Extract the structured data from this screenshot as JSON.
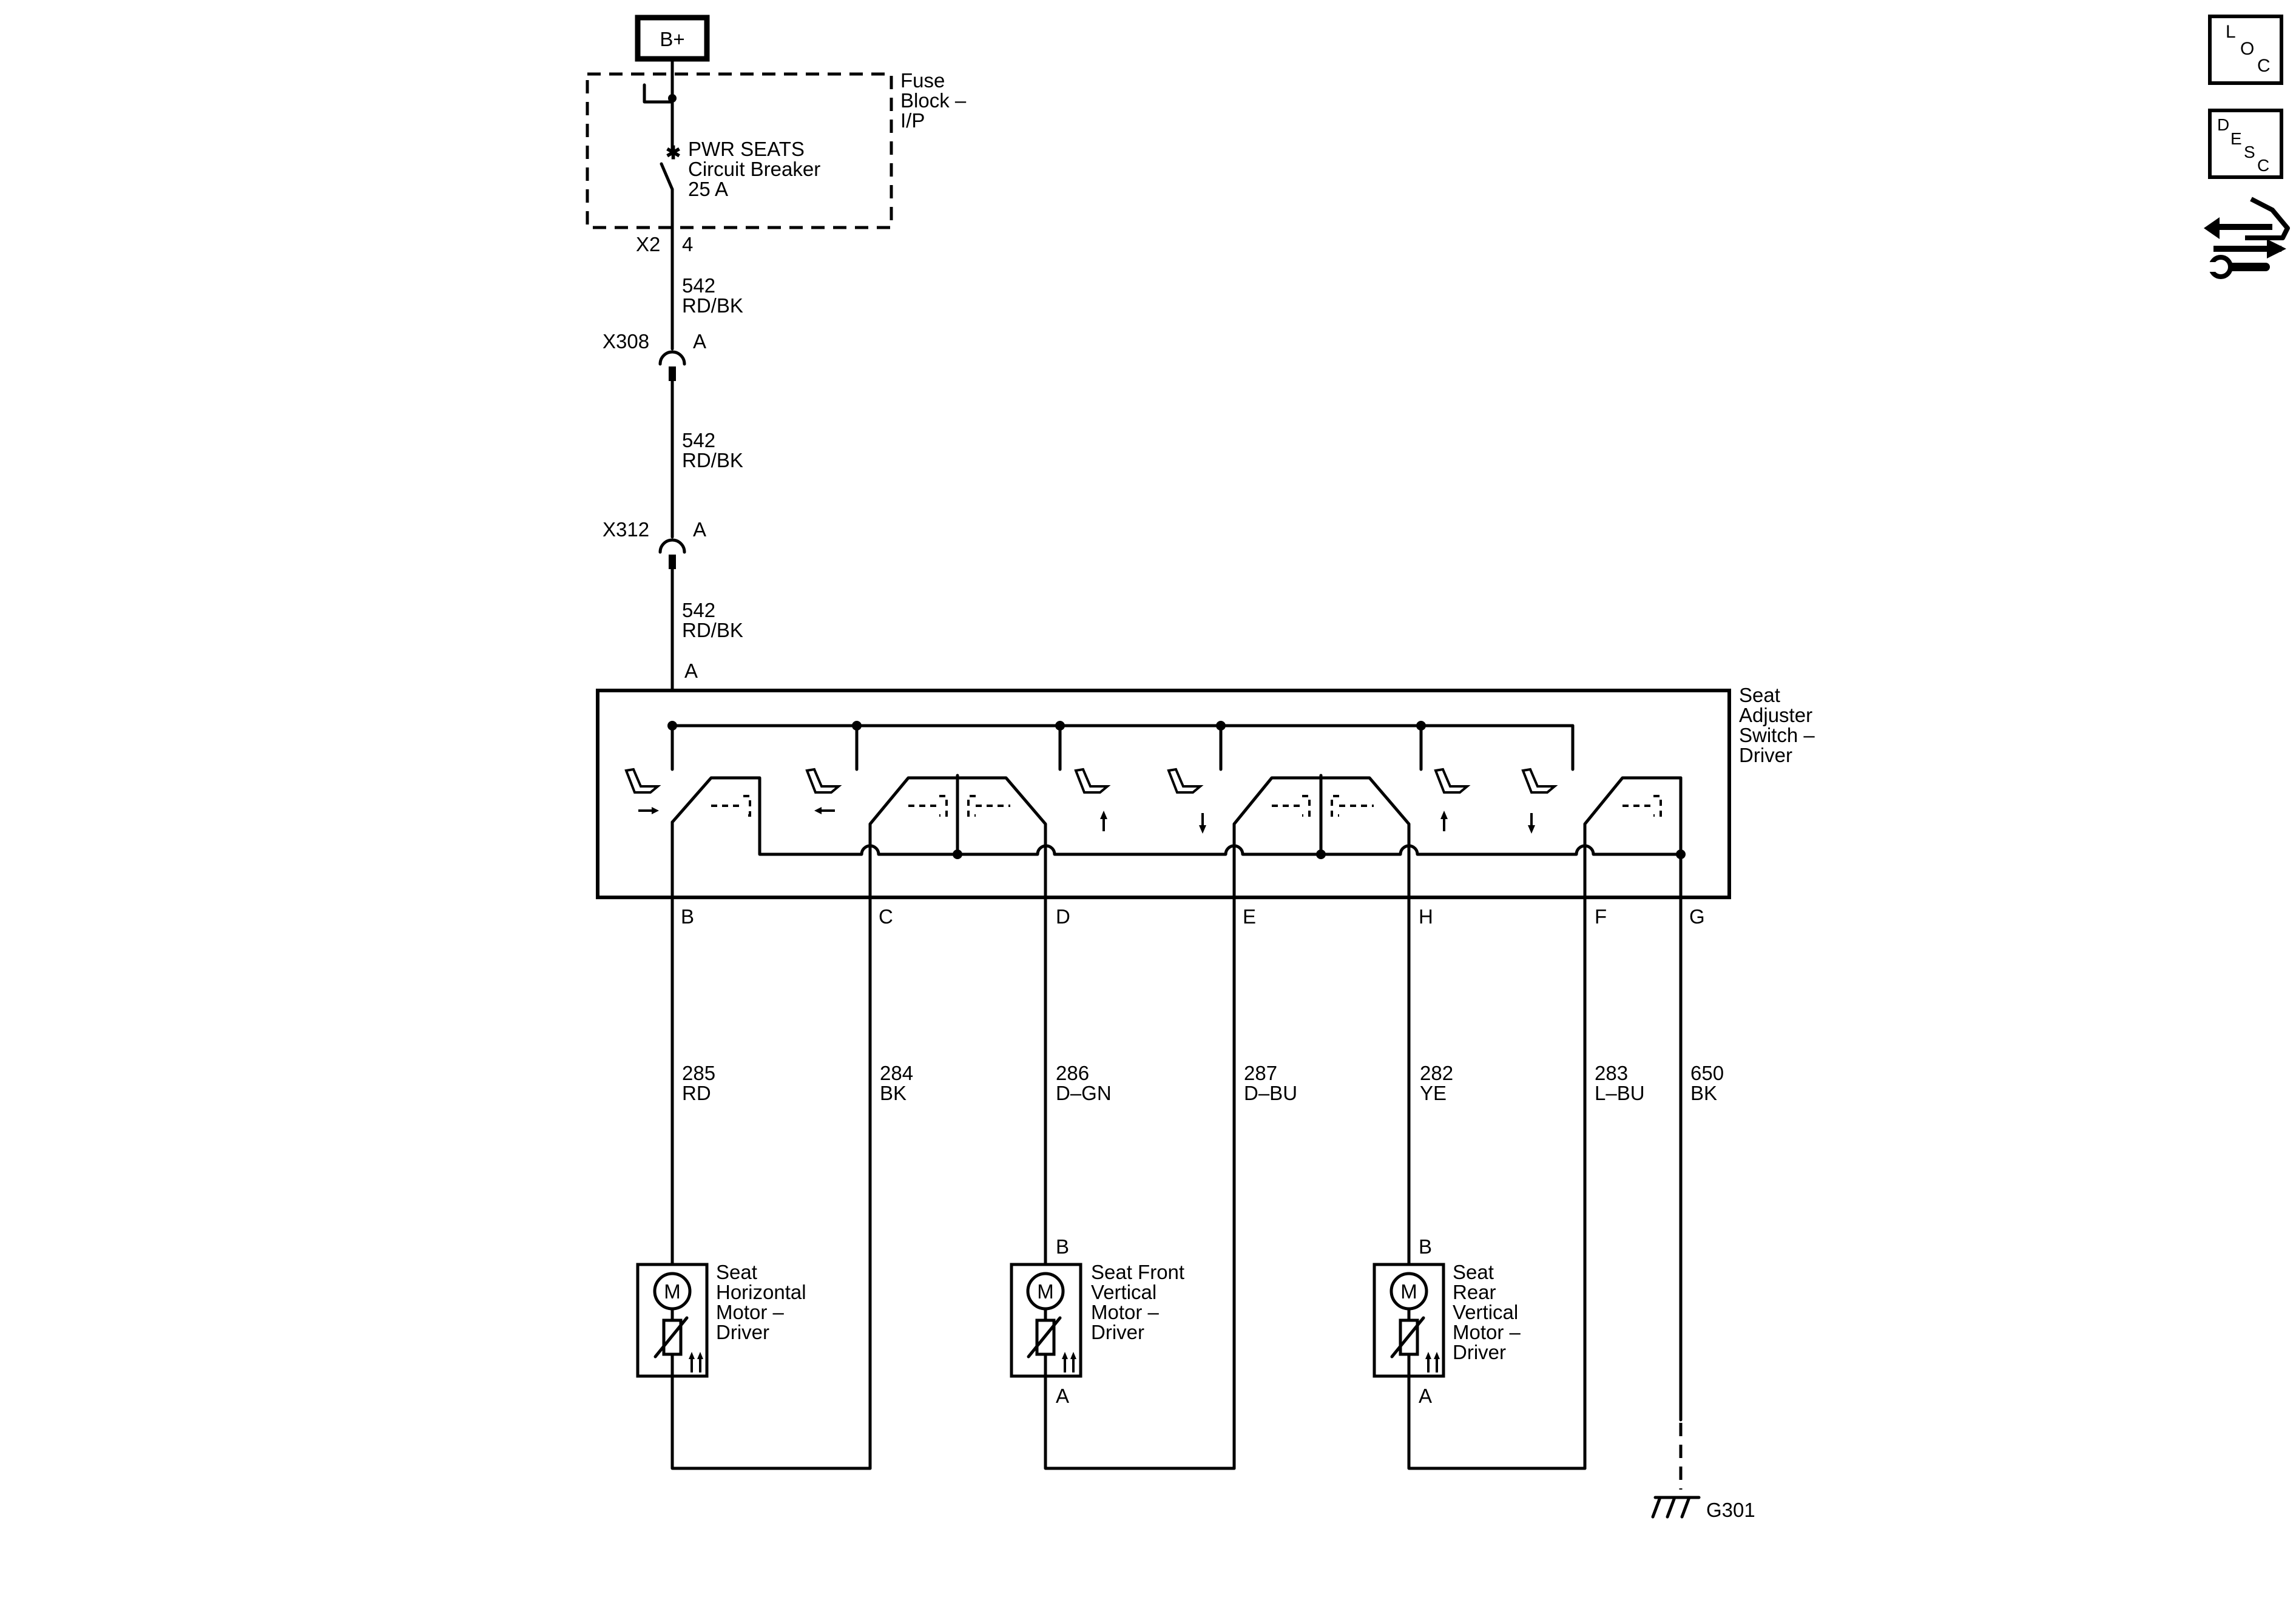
{
  "power": {
    "label": "B+"
  },
  "fuse_block": {
    "label_lines": [
      "Fuse",
      "Block –",
      "I/P"
    ],
    "breaker_lines": [
      "PWR SEATS",
      "Circuit Breaker",
      "25 A"
    ],
    "connector": "X2",
    "pin": "4"
  },
  "feed_wires": [
    {
      "circuit": "542",
      "color": "RD/BK"
    },
    {
      "circuit": "542",
      "color": "RD/BK"
    },
    {
      "circuit": "542",
      "color": "RD/BK"
    }
  ],
  "inline_connectors": [
    {
      "id": "X308",
      "pin": "A"
    },
    {
      "id": "X312",
      "pin": "A"
    }
  ],
  "switch": {
    "label_lines": [
      "Seat",
      "Adjuster",
      "Switch –",
      "Driver"
    ],
    "input_pin": "A",
    "pins": [
      "B",
      "C",
      "D",
      "E",
      "H",
      "F",
      "G"
    ]
  },
  "output_wires": [
    {
      "pin": "B",
      "circuit": "285",
      "color": "RD"
    },
    {
      "pin": "C",
      "circuit": "284",
      "color": "BK"
    },
    {
      "pin": "D",
      "circuit": "286",
      "color": "D–GN"
    },
    {
      "pin": "E",
      "circuit": "287",
      "color": "D–BU"
    },
    {
      "pin": "H",
      "circuit": "282",
      "color": "YE"
    },
    {
      "pin": "F",
      "circuit": "283",
      "color": "L–BU"
    },
    {
      "pin": "G",
      "circuit": "650",
      "color": "BK"
    }
  ],
  "motors": [
    {
      "symbol": "M",
      "label_lines": [
        "Seat",
        "Horizontal",
        "Motor –",
        "Driver"
      ],
      "pin_top": "",
      "pin_bottom": ""
    },
    {
      "symbol": "M",
      "label_lines": [
        "Seat Front",
        "Vertical",
        "Motor –",
        "Driver"
      ],
      "pin_top": "B",
      "pin_bottom": "A"
    },
    {
      "symbol": "M",
      "label_lines": [
        "Seat",
        "Rear",
        "Vertical",
        "Motor –",
        "Driver"
      ],
      "pin_top": "B",
      "pin_bottom": "A"
    }
  ],
  "ground": {
    "label": "G301"
  },
  "nav_icons": [
    {
      "name": "loc-icon",
      "letters": [
        "L",
        "O",
        "C"
      ]
    },
    {
      "name": "desc-icon",
      "letters": [
        "D",
        "E",
        "S",
        "C"
      ]
    },
    {
      "name": "connector-repair-icon"
    }
  ]
}
